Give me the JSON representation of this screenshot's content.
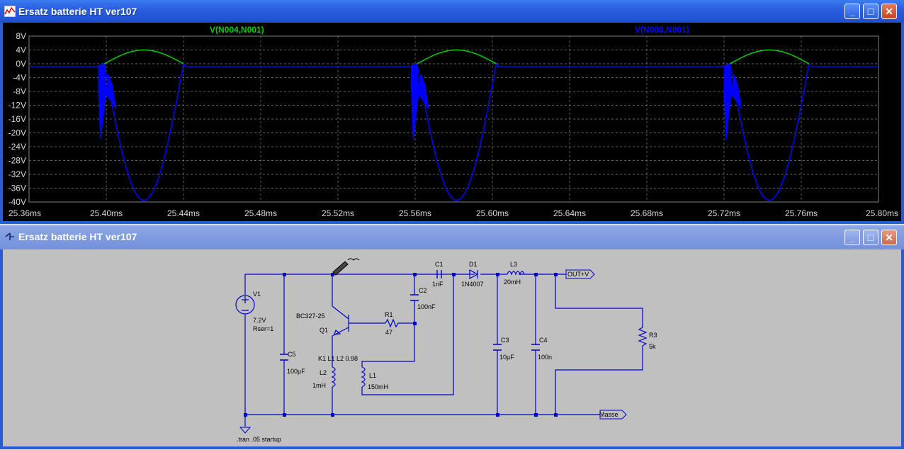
{
  "waveform_window": {
    "title": "Ersatz batterie HT ver107",
    "trace_green_label": "V(N004,N001)",
    "trace_blue_label": "V(N006,N001)",
    "y_ticks": [
      "8V",
      "4V",
      "0V",
      "-4V",
      "-8V",
      "-12V",
      "-16V",
      "-20V",
      "-24V",
      "-28V",
      "-32V",
      "-36V",
      "-40V"
    ],
    "x_ticks": [
      "25.36ms",
      "25.40ms",
      "25.44ms",
      "25.48ms",
      "25.52ms",
      "25.56ms",
      "25.60ms",
      "25.64ms",
      "25.68ms",
      "25.72ms",
      "25.76ms",
      "25.80ms"
    ],
    "colors": {
      "background": "#000000",
      "green_trace": "#00cc00",
      "blue_trace": "#0000ff",
      "grid": "#808080"
    }
  },
  "chart_data": {
    "type": "line",
    "xlabel": "",
    "ylabel": "",
    "xlim": [
      25.36,
      25.8
    ],
    "ylim": [
      -40,
      8
    ],
    "series": [
      {
        "name": "V(N004,N001)",
        "pulses_start_ms": [
          25.399,
          25.561,
          25.723
        ],
        "pulse_end_offset_ms": 0.041,
        "peak_v": 4
      },
      {
        "name": "V(N006,N001)",
        "pulses_start_ms": [
          25.399,
          25.561,
          25.723
        ],
        "pulse_end_offset_ms": 0.041,
        "trough_v": -39.5,
        "baseline_v": -0.8
      }
    ]
  },
  "schematic_window": {
    "title": "Ersatz batterie HT ver107",
    "labels": {
      "v1": "V1",
      "v1_val": "7.2V",
      "v1_rser": "Rser=1",
      "c5": "C5",
      "c5_val": "100µF",
      "q1_model": "BC327-25",
      "q1": "Q1",
      "r1": "R1",
      "r1_val": "47",
      "c2": "C2",
      "c2_val": "100nF",
      "c1": "C1",
      "c1_val": "1nF",
      "d1": "D1",
      "d1_val": "1N4007",
      "l3": "L3",
      "l3_val": "20mH",
      "out": "OUT+V",
      "k1": "K1 L1 L2  0.98",
      "l2": "L2",
      "l2_val": "1mH",
      "l1": "L1",
      "l1_val": "150mH",
      "c3": "C3",
      "c3_val": "10µF",
      "c4": "C4",
      "c4_val": "100n",
      "r3": "R3",
      "r3_val": "5k",
      "masse": "Masse",
      "directive": ".tran .05 startup"
    }
  }
}
